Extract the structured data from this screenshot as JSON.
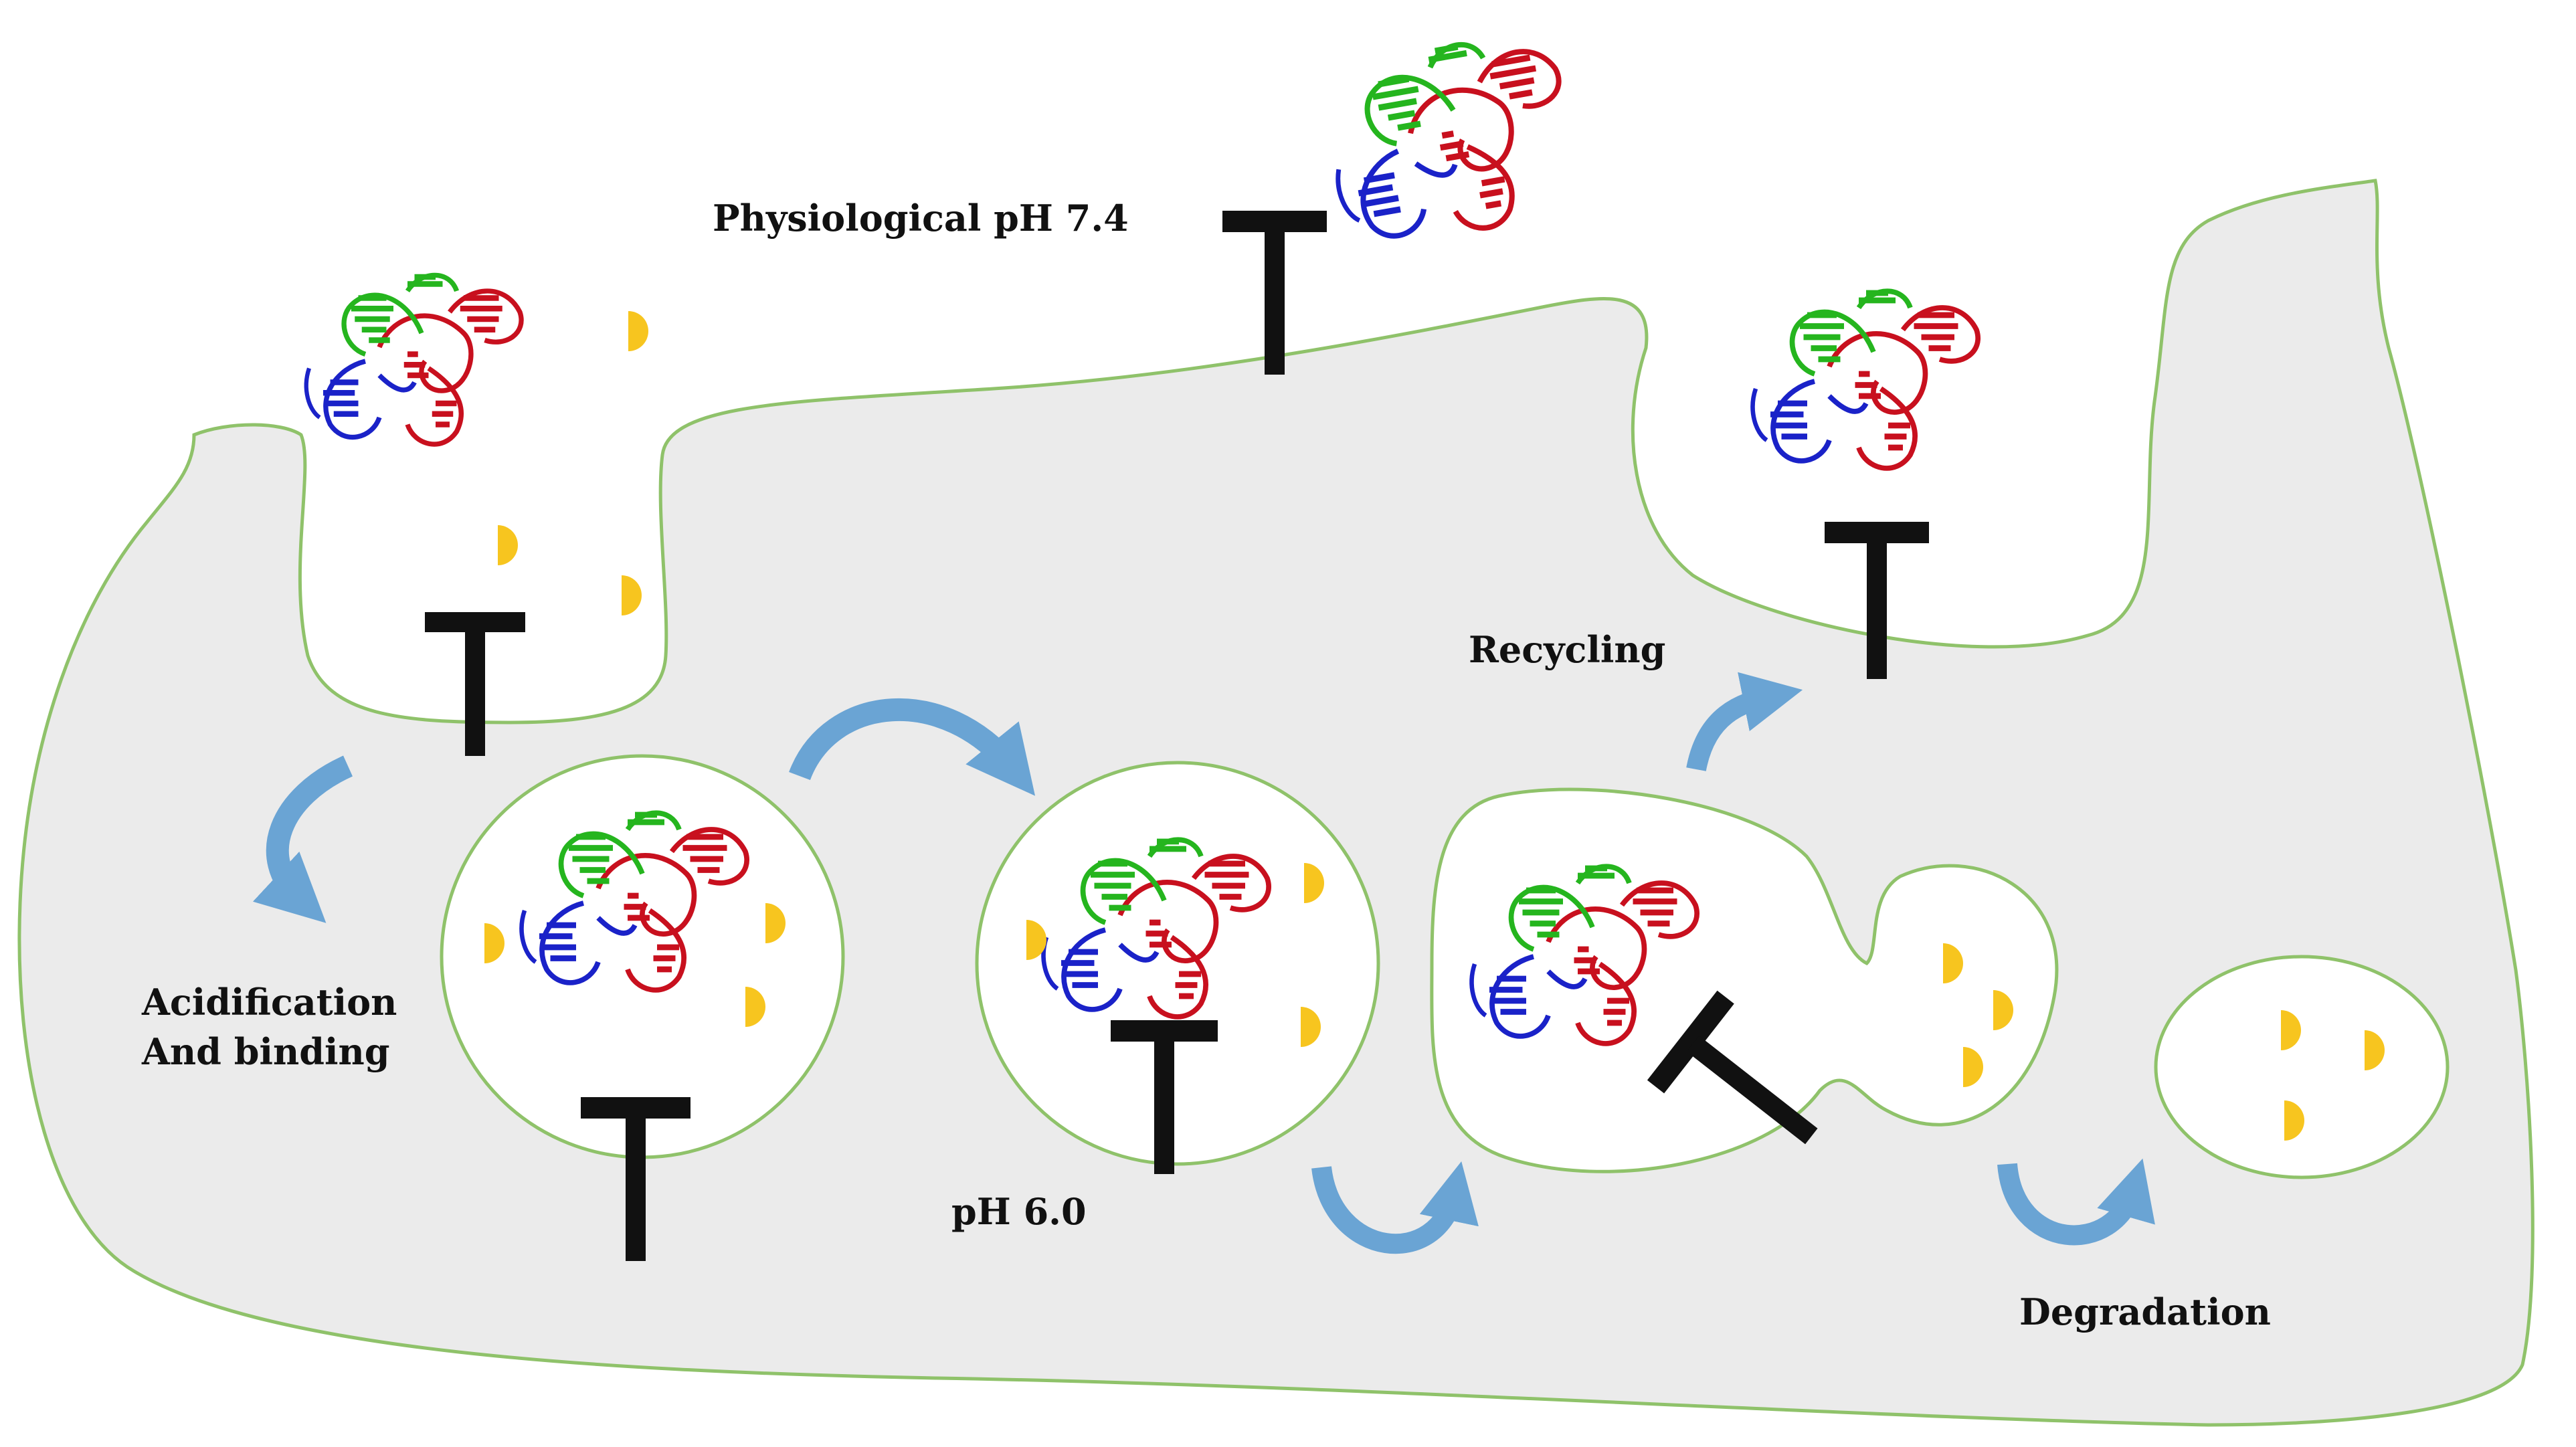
{
  "labels": {
    "physiological_ph": "Physiological pH 7.4",
    "recycling": "Recycling",
    "acidification_line1": "Acidification",
    "acidification_line2": "And binding",
    "ph_6": "pH 6.0",
    "degradation": "Degradation"
  },
  "colors": {
    "cell_fill": "#ebebeb",
    "membrane": "#8fc26a",
    "receptor": "#111111",
    "ligand": "#f7c51f",
    "arrow": "#6aa4d4",
    "protein_red": "#c8101e",
    "protein_green": "#25b51e",
    "protein_blue": "#1a22c8"
  },
  "icons": {
    "receptor": "t-shaped-receptor-icon",
    "ligand": "half-disc-ligand-icon",
    "protein": "ribbon-protein-structure-icon",
    "arrow": "curved-arrow-icon"
  }
}
